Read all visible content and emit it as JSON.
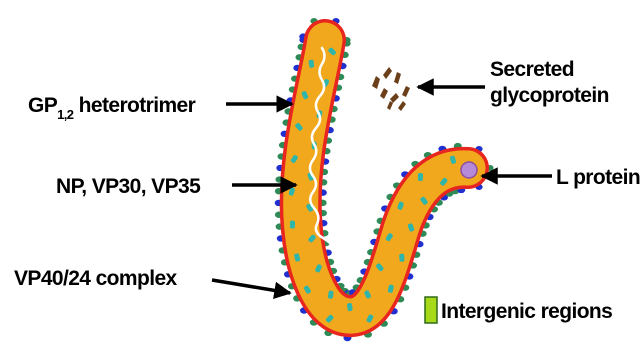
{
  "labels": {
    "gp": "GP",
    "gp_sub": "1,2",
    "gp_rest": " heterotrimer",
    "np": "NP, VP30, VP35",
    "vp40": "VP40/24 complex",
    "secreted_line1": "Secreted",
    "secreted_line2": "glycoprotein",
    "lprotein": "L protein",
    "intergenic": "Intergenic regions"
  },
  "colors": {
    "envelope_red": "#e8251e",
    "core_orange": "#f2a81c",
    "genome_white": "#ffffff",
    "spike_green": "#2e8b57",
    "spike_blue": "#1f2fd0",
    "cyan_protein": "#2fb5a9",
    "secreted_brown": "#6b3f1a",
    "l_protein_purple": "#b68ad8",
    "intergenic_green": "#a8d81a",
    "arrow_black": "#000000"
  }
}
